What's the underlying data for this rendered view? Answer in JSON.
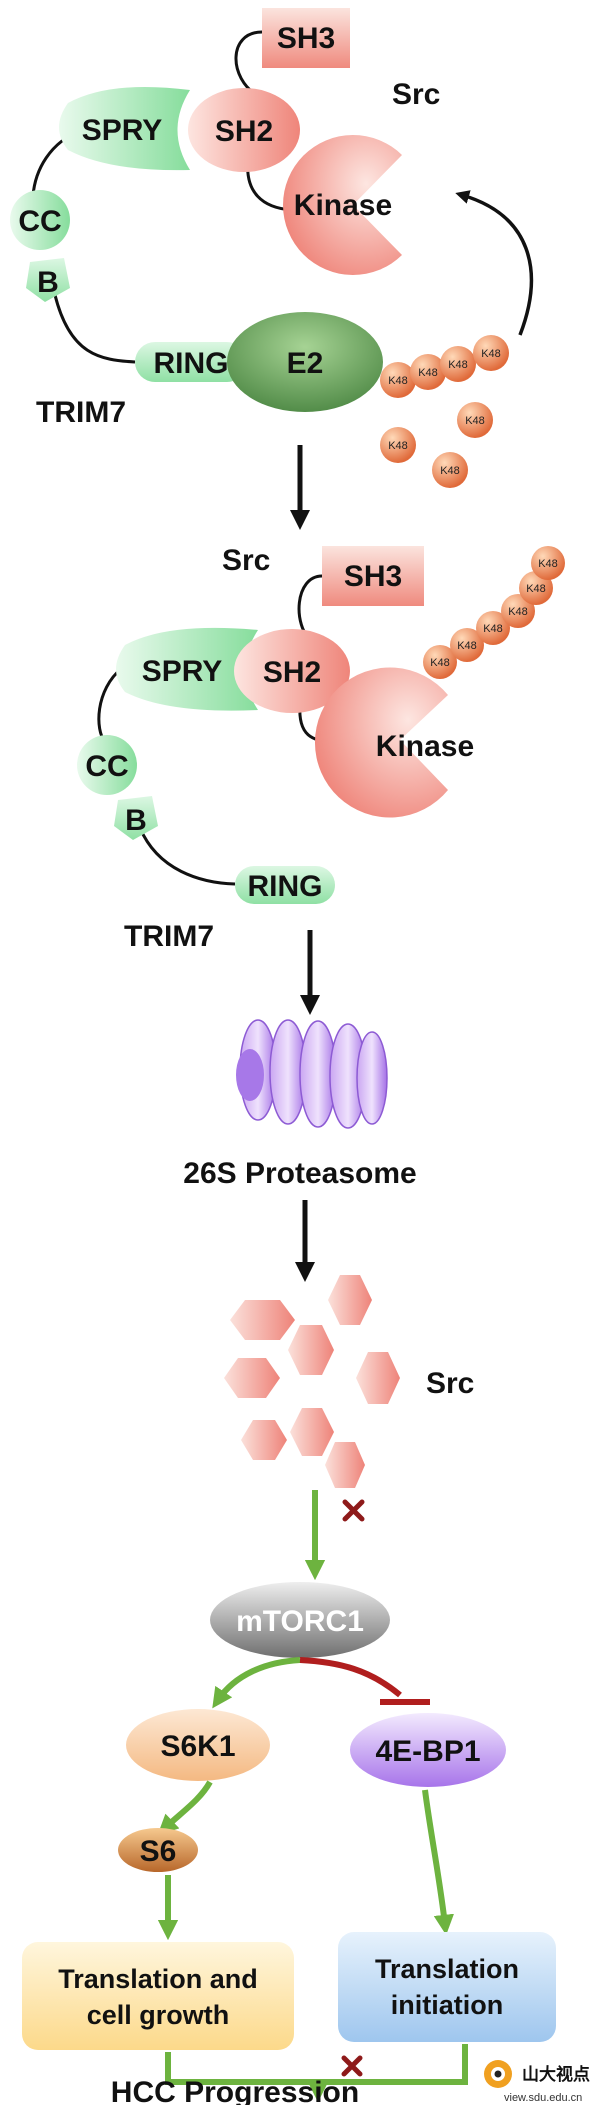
{
  "colors": {
    "green_light": "#e6f8ea",
    "green_mid": "#8ee0a2",
    "red_light": "#fde2dd",
    "red_mid": "#f08a80",
    "e2_light": "#8bc27a",
    "e2_dark": "#4f8a46",
    "arrow_green": "#6db33f",
    "inhibit_red": "#b01e1e",
    "cross": "#8e1a1a",
    "mtorc_dark": "#7d7d7d",
    "purple": "#b78cef",
    "orange": "#f6c79d",
    "yellow": "#fce3a0",
    "blue": "#a8cdf0"
  },
  "top_complex": {
    "sh3": "SH3",
    "src": "Src",
    "spry": "SPRY",
    "sh2": "SH2",
    "kinase": "Kinase",
    "cc": "CC",
    "b": "B",
    "ring": "RING",
    "e2": "E2",
    "trim7": "TRIM7",
    "k48_chain": [
      "K48",
      "K48",
      "K48",
      "K48"
    ],
    "k48_free": [
      "K48",
      "K48",
      "K48"
    ]
  },
  "mid_complex": {
    "src": "Src",
    "sh3": "SH3",
    "spry": "SPRY",
    "sh2": "SH2",
    "kinase": "Kinase",
    "cc": "CC",
    "b": "B",
    "ring": "RING",
    "trim7": "TRIM7",
    "k48_chain": [
      "K48",
      "K48",
      "K48",
      "K48",
      "K48",
      "K48"
    ]
  },
  "proteasome": {
    "label": "26S Proteasome"
  },
  "degraded": {
    "label": "Src"
  },
  "pathway": {
    "mtorc1": "mTORC1",
    "s6k1": "S6K1",
    "eb1": "4E-BP1",
    "s6": "S6",
    "box_left": [
      "Translation and",
      "cell growth"
    ],
    "box_right": [
      "Translation",
      "initiation"
    ],
    "outcome": "HCC Progression"
  },
  "watermark": {
    "text": "山大视点",
    "url": "view.sdu.edu.cn"
  }
}
